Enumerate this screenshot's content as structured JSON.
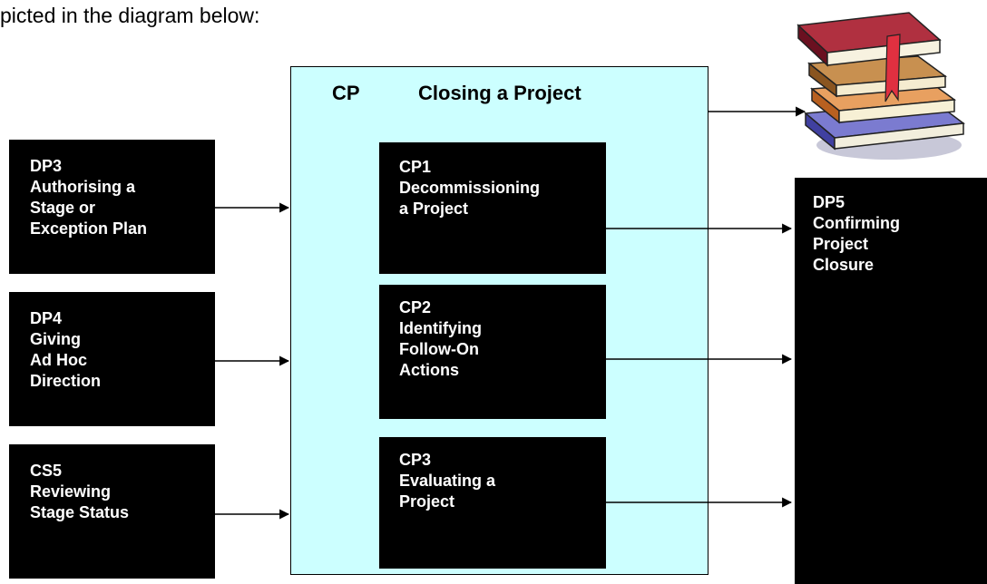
{
  "intro_text": "picted in the diagram below:",
  "process": {
    "code": "CP",
    "title": "Closing a Project"
  },
  "inputs": [
    {
      "lines": [
        "DP3",
        "Authorising a",
        "Stage or",
        "Exception Plan"
      ]
    },
    {
      "lines": [
        "DP4",
        "Giving",
        "Ad Hoc",
        "Direction"
      ]
    },
    {
      "lines": [
        "CS5",
        "Reviewing",
        "Stage  Status"
      ]
    }
  ],
  "subprocesses": [
    {
      "lines": [
        "CP1",
        "Decommissioning",
        "a Project"
      ]
    },
    {
      "lines": [
        "CP2",
        "Identifying",
        "Follow-On",
        "Actions"
      ]
    },
    {
      "lines": [
        "CP3",
        "Evaluating a",
        "Project"
      ]
    }
  ],
  "output": {
    "lines": [
      "DP5",
      "Confirming",
      "Project",
      "Closure"
    ]
  },
  "icons": {
    "documents": "stack-of-books-icon"
  },
  "colors": {
    "process_fill": "#ccffff",
    "box_fill": "#000000",
    "box_text": "#ffffff"
  }
}
